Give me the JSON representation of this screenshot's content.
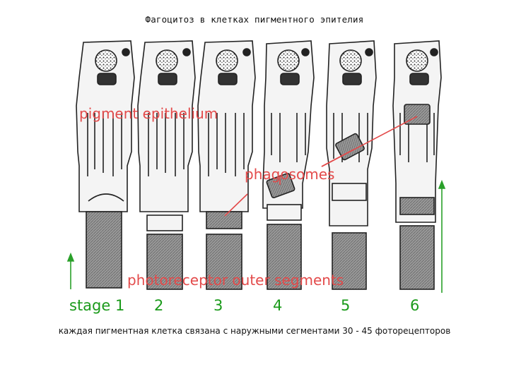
{
  "title": "Фагоцитоз в клетках пигментного эпителия",
  "caption": "каждая пигментная клетка связана с наружными сегментами 30 - 45 фоторецепторов",
  "labels": {
    "pigment": "pigment epithelium",
    "phagosomes": "phagosomes",
    "outer_segments": "photoreceptor outer segments"
  },
  "stages": [
    "stage 1",
    "2",
    "3",
    "4",
    "5",
    "6"
  ],
  "colors": {
    "label_red": "#e34a4a",
    "stage_green": "#1a9a1a",
    "arrow_green": "#2aa02a",
    "ink": "#222222",
    "segment_fill": "#8a8a8a"
  }
}
